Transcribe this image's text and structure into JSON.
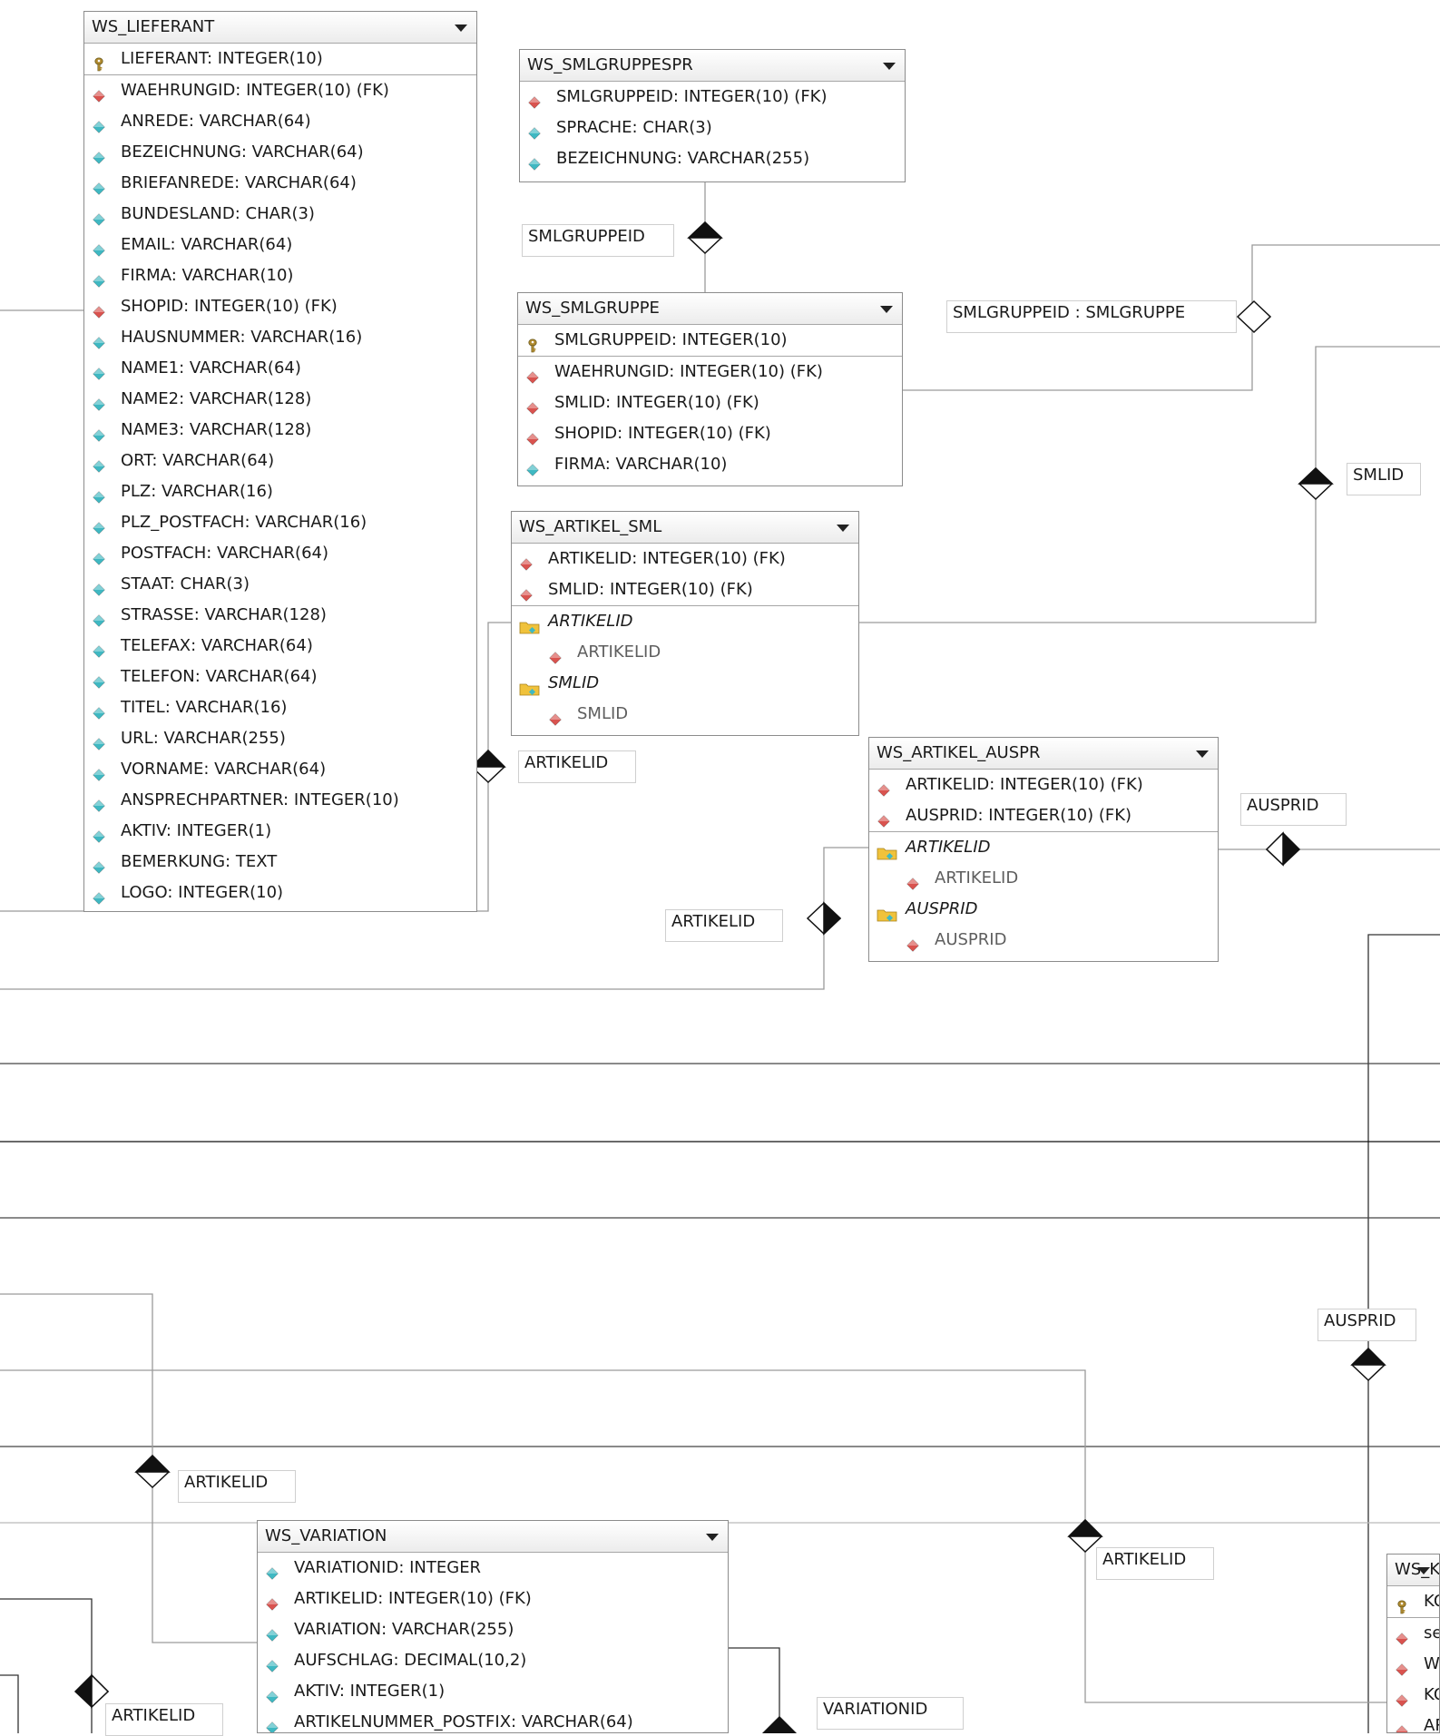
{
  "entities": [
    {
      "name": "WS_LIEFERANT",
      "rows": [
        {
          "icon": "key",
          "text": "LIEFERANT: INTEGER(10)"
        },
        {
          "icon": "fk",
          "text": "WAEHRUNGID: INTEGER(10) (FK)",
          "sep": true
        },
        {
          "icon": "attr",
          "text": "ANREDE: VARCHAR(64)"
        },
        {
          "icon": "attr",
          "text": "BEZEICHNUNG: VARCHAR(64)"
        },
        {
          "icon": "attr",
          "text": "BRIEFANREDE: VARCHAR(64)"
        },
        {
          "icon": "attr",
          "text": "BUNDESLAND: CHAR(3)"
        },
        {
          "icon": "attr",
          "text": "EMAIL: VARCHAR(64)"
        },
        {
          "icon": "attr",
          "text": "FIRMA: VARCHAR(10)"
        },
        {
          "icon": "fk",
          "text": "SHOPID: INTEGER(10) (FK)"
        },
        {
          "icon": "attr",
          "text": "HAUSNUMMER: VARCHAR(16)"
        },
        {
          "icon": "attr",
          "text": "NAME1: VARCHAR(64)"
        },
        {
          "icon": "attr",
          "text": "NAME2: VARCHAR(128)"
        },
        {
          "icon": "attr",
          "text": "NAME3: VARCHAR(128)"
        },
        {
          "icon": "attr",
          "text": "ORT: VARCHAR(64)"
        },
        {
          "icon": "attr",
          "text": "PLZ: VARCHAR(16)"
        },
        {
          "icon": "attr",
          "text": "PLZ_POSTFACH: VARCHAR(16)"
        },
        {
          "icon": "attr",
          "text": "POSTFACH: VARCHAR(64)"
        },
        {
          "icon": "attr",
          "text": "STAAT: CHAR(3)"
        },
        {
          "icon": "attr",
          "text": "STRASSE: VARCHAR(128)"
        },
        {
          "icon": "attr",
          "text": "TELEFAX: VARCHAR(64)"
        },
        {
          "icon": "attr",
          "text": "TELEFON: VARCHAR(64)"
        },
        {
          "icon": "attr",
          "text": "TITEL: VARCHAR(16)"
        },
        {
          "icon": "attr",
          "text": "URL: VARCHAR(255)"
        },
        {
          "icon": "attr",
          "text": "VORNAME: VARCHAR(64)"
        },
        {
          "icon": "attr",
          "text": "ANSPRECHPARTNER: INTEGER(10)"
        },
        {
          "icon": "attr",
          "text": "AKTIV: INTEGER(1)"
        },
        {
          "icon": "attr",
          "text": "BEMERKUNG: TEXT"
        },
        {
          "icon": "attr",
          "text": "LOGO: INTEGER(10)"
        }
      ]
    },
    {
      "name": "WS_SMLGRUPPESPR",
      "rows": [
        {
          "icon": "fk",
          "text": "SMLGRUPPEID: INTEGER(10) (FK)"
        },
        {
          "icon": "attr",
          "text": "SPRACHE: CHAR(3)"
        },
        {
          "icon": "attr",
          "text": "BEZEICHNUNG: VARCHAR(255)"
        }
      ]
    },
    {
      "name": "WS_SMLGRUPPE",
      "rows": [
        {
          "icon": "key",
          "text": "SMLGRUPPEID: INTEGER(10)"
        },
        {
          "icon": "fk",
          "text": "WAEHRUNGID: INTEGER(10) (FK)",
          "sep": true
        },
        {
          "icon": "fk",
          "text": "SMLID: INTEGER(10) (FK)"
        },
        {
          "icon": "fk",
          "text": "SHOPID: INTEGER(10) (FK)"
        },
        {
          "icon": "attr",
          "text": "FIRMA: VARCHAR(10)"
        }
      ]
    },
    {
      "name": "WS_ARTIKEL_SML",
      "rows": [
        {
          "icon": "fk",
          "text": "ARTIKELID: INTEGER(10) (FK)"
        },
        {
          "icon": "fk",
          "text": "SMLID: INTEGER(10) (FK)"
        },
        {
          "icon": "folder",
          "text": "ARTIKELID",
          "italic": true,
          "sep": true
        },
        {
          "icon": "fk",
          "text": "ARTIKELID",
          "indent": true,
          "grey": true
        },
        {
          "icon": "folder",
          "text": "SMLID",
          "italic": true
        },
        {
          "icon": "fk",
          "text": "SMLID",
          "indent": true,
          "grey": true
        }
      ]
    },
    {
      "name": "WS_ARTIKEL_AUSPR",
      "rows": [
        {
          "icon": "fk",
          "text": "ARTIKELID: INTEGER(10) (FK)"
        },
        {
          "icon": "fk",
          "text": "AUSPRID: INTEGER(10) (FK)"
        },
        {
          "icon": "folder",
          "text": "ARTIKELID",
          "italic": true,
          "sep": true
        },
        {
          "icon": "fk",
          "text": "ARTIKELID",
          "indent": true,
          "grey": true
        },
        {
          "icon": "folder",
          "text": "AUSPRID",
          "italic": true
        },
        {
          "icon": "fk",
          "text": "AUSPRID",
          "indent": true,
          "grey": true
        }
      ]
    },
    {
      "name": "WS_VARIATION",
      "rows": [
        {
          "icon": "attr",
          "text": "VARIATIONID: INTEGER"
        },
        {
          "icon": "fk",
          "text": "ARTIKELID: INTEGER(10) (FK)"
        },
        {
          "icon": "attr",
          "text": "VARIATION: VARCHAR(255)"
        },
        {
          "icon": "attr",
          "text": "AUFSCHLAG: DECIMAL(10,2)"
        },
        {
          "icon": "attr",
          "text": "AKTIV: INTEGER(1)"
        },
        {
          "icon": "attr",
          "text": "ARTIKELNUMMER_POSTFIX: VARCHAR(64)"
        }
      ]
    },
    {
      "name": "WS_KO",
      "rows": [
        {
          "icon": "key",
          "text": "KO"
        },
        {
          "icon": "fk",
          "text": "ses",
          "sep": true
        },
        {
          "icon": "fk",
          "text": "WA"
        },
        {
          "icon": "fk",
          "text": "KO"
        },
        {
          "icon": "fk",
          "text": "AR"
        }
      ]
    }
  ],
  "labels": [
    "SMLGRUPPEID",
    "SMLGRUPPEID : SMLGRUPPE",
    "SMLID",
    "ARTIKELID",
    "AUSPRID",
    "ARTIKELID",
    "AUSPRID",
    "ARTIKELID",
    "ARTIKELID",
    "ARTIKELID",
    "VARIATIONID"
  ],
  "colors": {
    "fk": "#d9534f",
    "attr": "#3fb8c2",
    "key": "#b08a2e",
    "folder": "#f0c23b",
    "line": "#8a8a8a"
  }
}
